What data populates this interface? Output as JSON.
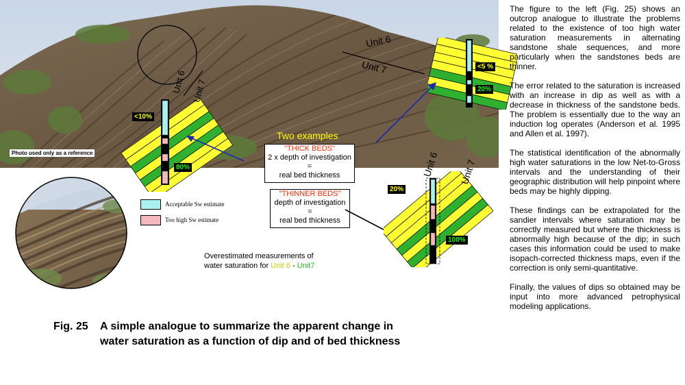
{
  "photo": {
    "note": "Photo used only as a reference",
    "unit6_label": "Unit 6",
    "unit7_label": "Unit 7"
  },
  "examples_title": "Two examples",
  "thick_box": {
    "title": "\"THICK BEDS\"",
    "line1": "2 x depth of investigation",
    "line2": "=",
    "line3": "real bed thickness"
  },
  "thin_box": {
    "title": "\"THINNER BEDS\"",
    "line1": "depth of investigation",
    "line2": "=",
    "line3": "real bed thickness"
  },
  "diagrams": {
    "left": {
      "unit6": "Unit 6",
      "unit7": "Unit 7",
      "top_pct": "<10%",
      "bottom_pct": "80%"
    },
    "top_right": {
      "top_pct": "<5 %",
      "bottom_pct": "20%"
    },
    "bottom_right": {
      "unit6": "Unit 6",
      "unit7": "Unit 7",
      "top_pct": "20%",
      "bottom_pct": "100%"
    }
  },
  "legend": {
    "acceptable": "Acceptable Sw estimate",
    "too_high": "Too high Sw estimate",
    "acceptable_color": "#aaf0f0",
    "too_high_color": "#f4b8bc"
  },
  "overestimated": {
    "line1": "Overestimated measurements of",
    "line2_prefix": "water saturation for ",
    "unit6": "Unit 6",
    "sep": " - ",
    "unit7": "Unit7"
  },
  "caption": {
    "number": "Fig. 25",
    "line1": "A simple analogue to summarize the apparent change in",
    "line2": "water saturation as a function of dip and of bed thickness"
  },
  "side_text": {
    "p1": "The figure to the left (Fig. 25) shows an outcrop analogue to illustrate the problems related to the existence of too high water saturation measurements in alternating sandstone shale sequences, and more particularly when the sandstones beds are thinner.",
    "p2": "The error related to the saturation is increased with an increase in dip as well as with a decrease in thickness of the sandstone beds.   The problem is essentially due to the way an induction log operates (Anderson et al. 1995 and Allen et al. 1997).",
    "p3": "The statistical identification of the abnormally high water saturations in the low Net-to-Gross intervals and the understanding of their geographic distribution will help pinpoint where beds may be highly dipping.",
    "p4": "These findings can be extrapolated for the sandier intervals where saturation may be correctly measured but where the thickness is abnormally high because of the dip; in such cases this information could be used to make isopach-corrected thickness maps, even if the correction is only semi-quantitative.",
    "p5": "Finally, the values of dips so obtained may be input into more advanced petrophysical modeling applications."
  }
}
